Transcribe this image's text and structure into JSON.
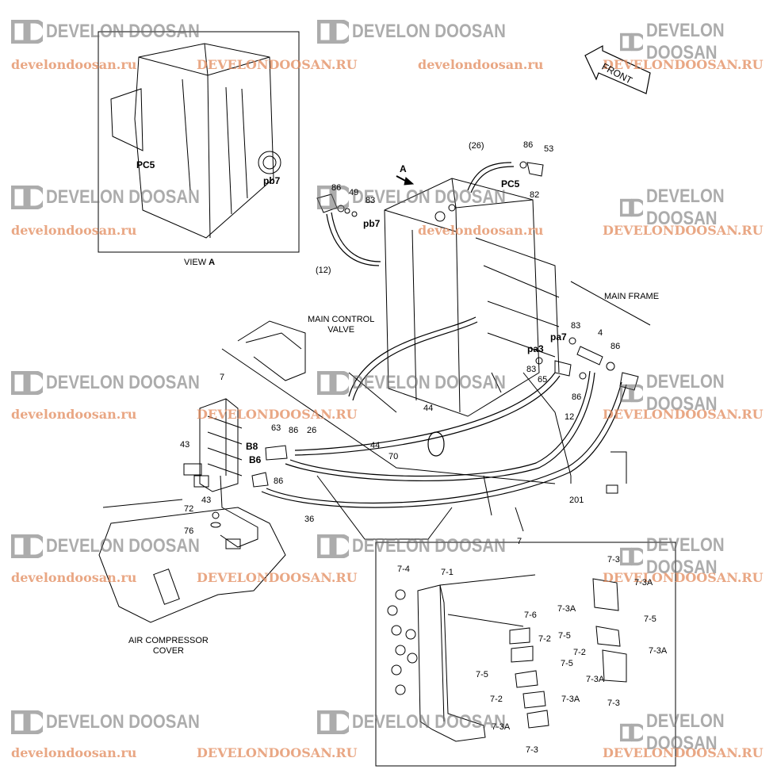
{
  "watermark": {
    "brand": "DEVELON DOOSAN",
    "url_lower": "develondoosan.ru",
    "url_upper": "DEVELONDOOSAN.RU",
    "brand_color": "#6a6a6a",
    "url_color": "#e28a5c"
  },
  "captions": {
    "view_a": "VIEW ",
    "view_a_bold": "A",
    "main_control_valve_1": "MAIN CONTROL",
    "main_control_valve_2": "VALVE",
    "main_frame": "MAIN FRAME",
    "air_compressor_1": "AIR COMPRESSOR",
    "air_compressor_2": "COVER",
    "front": "FRONT"
  },
  "labels": {
    "pc5_view": "PC5",
    "pb7_view": "pb7",
    "n26p": "(26)",
    "n86a": "86",
    "n53": "53",
    "n82": "82",
    "pc5": "PC5",
    "a": "A",
    "n86b": "86",
    "n49": "49",
    "n83a": "83",
    "pb7": "pb7",
    "n12p": "(12)",
    "n83b": "83",
    "n4": "4",
    "pa7": "pa7",
    "n86c": "86",
    "pa3": "pa3",
    "n83c": "83",
    "n65": "65",
    "n86d": "86",
    "n12": "12",
    "n7": "7",
    "n44a": "44",
    "n44b": "44",
    "n63": "63",
    "n86e": "86",
    "n26": "26",
    "b8": "B8",
    "b6": "B6",
    "n70": "70",
    "n86f": "86",
    "n43a": "43",
    "n43b": "43",
    "n72": "72",
    "n76": "76",
    "n36": "36",
    "n201": "201",
    "n7top": "7",
    "d7_4": "7-4",
    "d7_1": "7-1",
    "d7_3a": "7-3",
    "d7_3A_1": "7-3A",
    "d7_3A_2": "7-3A",
    "d7_5a": "7-5",
    "d7_6": "7-6",
    "d7_5b": "7-5",
    "d7_2a": "7-2",
    "d7_5c": "7-5",
    "d7_2b": "7-2",
    "d7_3A_3": "7-3A",
    "d7_5d": "7-5",
    "d7_3A_4": "7-3A",
    "d7_2c": "7-2",
    "d7_3A_5": "7-3A",
    "d7_3b": "7-3",
    "d7_3A_6": "7-3A",
    "d7_3c": "7-3"
  }
}
